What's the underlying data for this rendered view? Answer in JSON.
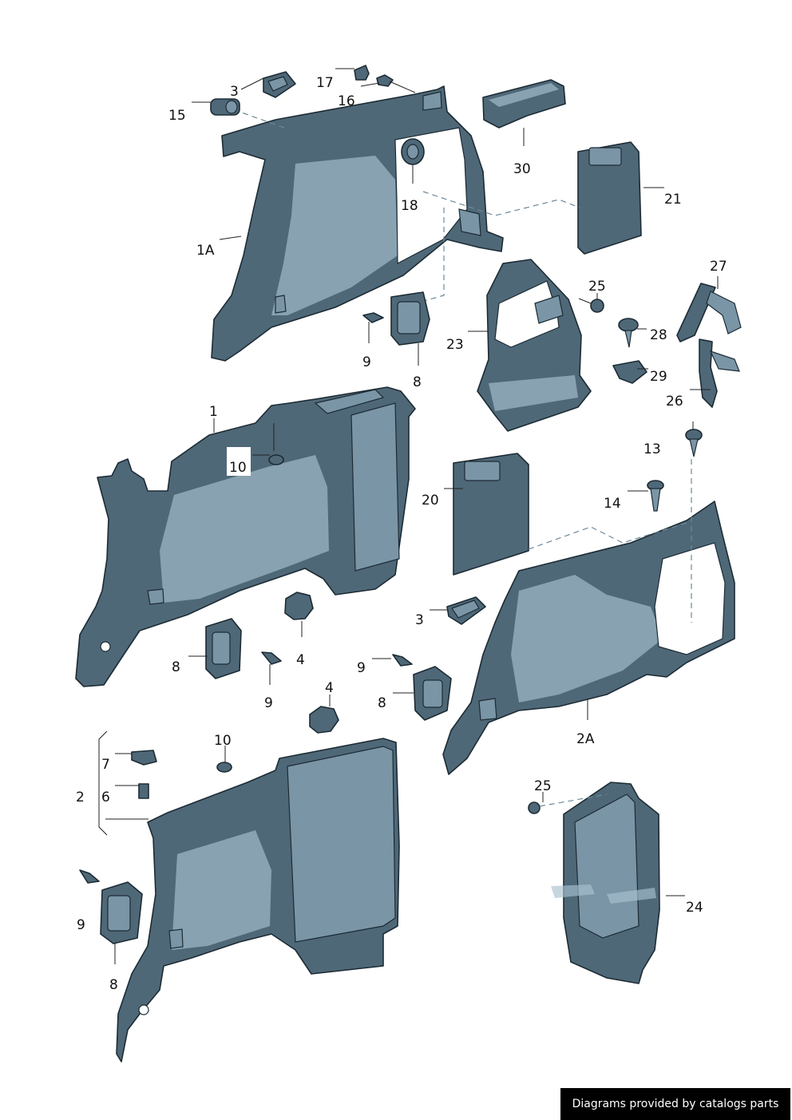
{
  "callouts": {
    "c3a": "3",
    "c17": "17",
    "c16": "16",
    "c15": "15",
    "c30": "30",
    "c18": "18",
    "c21": "21",
    "c1A": "1A",
    "c27": "27",
    "c25a": "25",
    "c28": "28",
    "c23": "23",
    "c29": "29",
    "c9a": "9",
    "c8a": "8",
    "c26": "26",
    "c1": "1",
    "c13": "13",
    "c10a": "10",
    "c20": "20",
    "c14": "14",
    "c3b": "3",
    "c8b": "8",
    "c4a": "4",
    "c9b": "9",
    "c9c": "9",
    "c4b": "4",
    "c8c": "8",
    "c2A": "2A",
    "c10b": "10",
    "c7": "7",
    "c2": "2",
    "c6": "6",
    "c25b": "25",
    "c24": "24",
    "c9d": "9",
    "c8d": "8"
  },
  "footer": {
    "credit": "Diagrams provided by catalogs parts"
  }
}
